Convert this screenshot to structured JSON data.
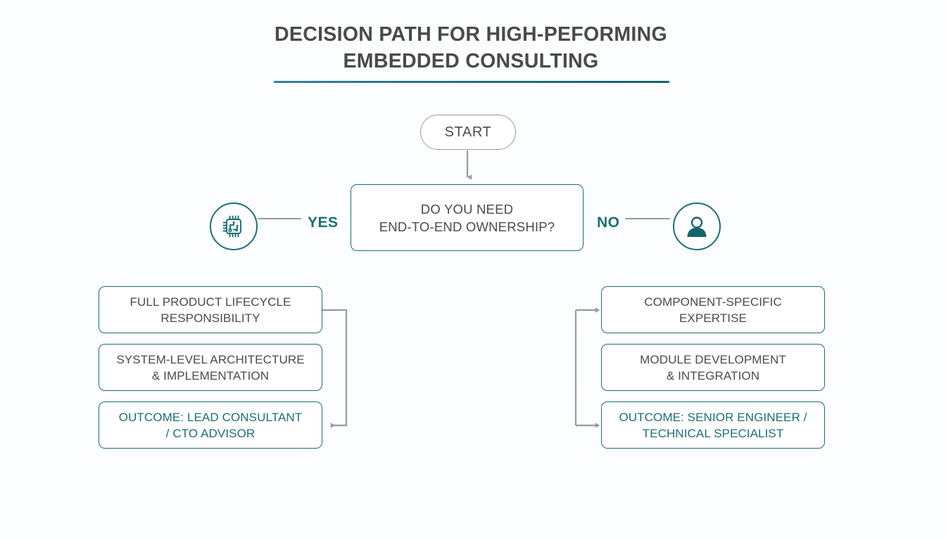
{
  "title": {
    "line1": "DECISION PATH FOR HIGH-PEFORMING",
    "line2": "EMBEDDED CONSULTING"
  },
  "colors": {
    "teal": "#1b6f78",
    "teal_text": "#1b6f74",
    "dark_text": "#4a4a4a",
    "gray_line": "#9a9a9a",
    "background": "#fcfdfe",
    "rule_start": "#3a7fa8",
    "rule_end": "#16646e"
  },
  "start_node": {
    "label": "START"
  },
  "decision": {
    "line1": "DO YOU NEED",
    "line2": "END-TO-END OWNERSHIP?"
  },
  "branches": {
    "yes": {
      "label": "YES",
      "icon": "microchip-icon"
    },
    "no": {
      "label": "NO",
      "icon": "person-icon"
    }
  },
  "left_column": [
    {
      "line1": "FULL PRODUCT LIFECYCLE",
      "line2": "RESPONSIBILITY",
      "outcome": false
    },
    {
      "line1": "SYSTEM-LEVEL ARCHITECTURE",
      "line2": "& IMPLEMENTATION",
      "outcome": false
    },
    {
      "line1": "OUTCOME: LEAD CONSULTANT",
      "line2": "/ CTO ADVISOR",
      "outcome": true
    }
  ],
  "right_column": [
    {
      "line1": "COMPONENT-SPECIFIC",
      "line2": "EXPERTISE",
      "outcome": false
    },
    {
      "line1": "MODULE DEVELOPMENT",
      "line2": "& INTEGRATION",
      "outcome": false
    },
    {
      "line1": "OUTCOME: SENIOR ENGINEER /",
      "line2": "TECHNICAL SPECIALIST",
      "outcome": true
    }
  ]
}
